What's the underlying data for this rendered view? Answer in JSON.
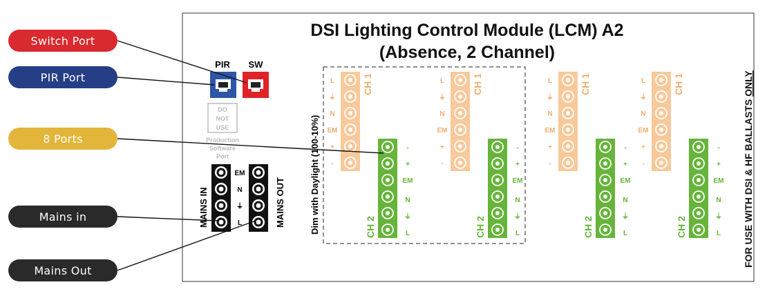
{
  "callouts": [
    {
      "key": "switch",
      "label": "Switch Port",
      "color": "#d92a2f"
    },
    {
      "key": "pir",
      "label": "PIR Port",
      "color": "#263e86"
    },
    {
      "key": "ports",
      "label": "8 Ports",
      "color": "#e3b53a"
    },
    {
      "key": "mains_in",
      "label": "Mains in",
      "color": "#2a2a2a"
    },
    {
      "key": "mains_out",
      "label": "Mains Out",
      "color": "#2a2a2a"
    }
  ],
  "module": {
    "title_line1": "DSI Lighting Control Module (LCM) A2",
    "title_line2": "(Absence, 2 Channel)",
    "side_note": "FOR USE WITH DSI & HF BALLASTS",
    "side_note_emph": "ONLY",
    "pir_label": "PIR",
    "sw_label": "SW",
    "do_not_use": [
      "DO",
      "NOT",
      "USE"
    ],
    "production_port": [
      "Production",
      "Software",
      "Port"
    ],
    "mains_in_label": "MAINS IN",
    "mains_out_label": "MAINS OUT",
    "mains_pins": [
      "EM",
      "N",
      "⏚",
      "L"
    ],
    "dim_label": "Dim with Daylight (100-10%)",
    "ch1_label": "CH 1",
    "ch2_label": "CH 2",
    "ch1_pins_a": [
      "L",
      "⏚",
      "N",
      "EM",
      "+",
      "-"
    ],
    "ch1_pins_b": [
      "L",
      "⏚",
      "N",
      "EM",
      "+",
      "-"
    ],
    "ch2_pins": [
      "-",
      "+",
      "EM",
      "N",
      "⏚",
      "L"
    ]
  },
  "colors": {
    "ch1": "#f8c99a",
    "ch1_text": "#f1ad6e",
    "ch2": "#66b43a",
    "sw": "#e02228",
    "pir": "#2e56a6"
  }
}
